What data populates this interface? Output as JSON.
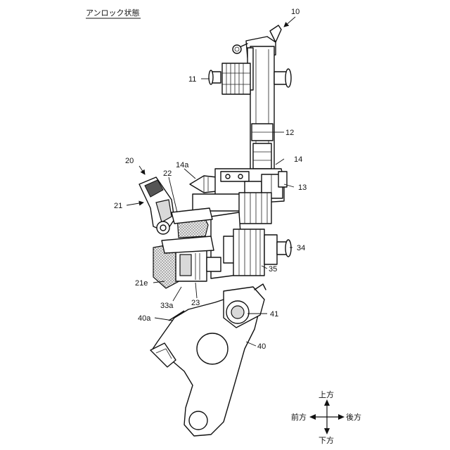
{
  "figure": {
    "state_title": "アンロック状態"
  },
  "labels": {
    "n10": "10",
    "n11": "11",
    "n12": "12",
    "n13": "13",
    "n14": "14",
    "n14a": "14a",
    "n20": "20",
    "n21": "21",
    "n21e": "21e",
    "n22": "22",
    "n23": "23",
    "n33a": "33a",
    "n34": "34",
    "n35": "35",
    "n40": "40",
    "n40a": "40a",
    "n41": "41"
  },
  "directions": {
    "up": "上方",
    "down": "下方",
    "front": "前方",
    "rear": "後方"
  }
}
